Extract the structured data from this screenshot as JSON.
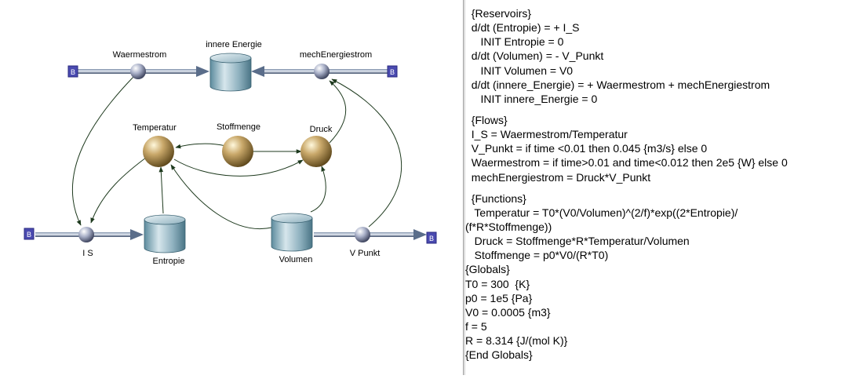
{
  "diagram": {
    "reservoirs": [
      {
        "id": "innere_energie",
        "label": "innere Energie"
      },
      {
        "id": "entropie",
        "label": "Entropie"
      },
      {
        "id": "volumen",
        "label": "Volumen"
      }
    ],
    "flows": [
      {
        "id": "waermestrom",
        "label": "Waermestrom"
      },
      {
        "id": "mechenergiestrom",
        "label": "mechEnergiestrom"
      },
      {
        "id": "i_s",
        "label": "I S"
      },
      {
        "id": "v_punkt",
        "label": "V Punkt"
      }
    ],
    "functions": [
      {
        "id": "temperatur",
        "label": "Temperatur"
      },
      {
        "id": "stoffmenge",
        "label": "Stoffmenge"
      },
      {
        "id": "druck",
        "label": "Druck"
      }
    ],
    "boundary_symbol": "B"
  },
  "code": {
    "lines": [
      "  {Reservoirs}",
      "  d/dt (Entropie) = + I_S",
      "     INIT Entropie = 0",
      "  d/dt (Volumen) = - V_Punkt",
      "     INIT Volumen = V0",
      "  d/dt (innere_Energie) = + Waermestrom + mechEnergiestrom",
      "     INIT innere_Energie = 0",
      "",
      "  {Flows}",
      "  I_S = Waermestrom/Temperatur",
      "  V_Punkt = if time <0.01 then 0.045 {m3/s} else 0",
      "  Waermestrom = if time>0.01 and time<0.012 then 2e5 {W} else 0",
      "  mechEnergiestrom = Druck*V_Punkt",
      "",
      "  {Functions}",
      "   Temperatur = T0*(V0/Volumen)^(2/f)*exp((2*Entropie)/",
      "(f*R*Stoffmenge))",
      "   Druck = Stoffmenge*R*Temperatur/Volumen",
      "   Stoffmenge = p0*V0/(R*T0)",
      "{Globals}",
      "T0 = 300  {K}",
      "p0 = 1e5 {Pa}",
      "V0 = 0.0005 {m3}",
      "f = 5",
      "R = 8.314 {J/(mol K)}",
      "{End Globals}"
    ]
  }
}
